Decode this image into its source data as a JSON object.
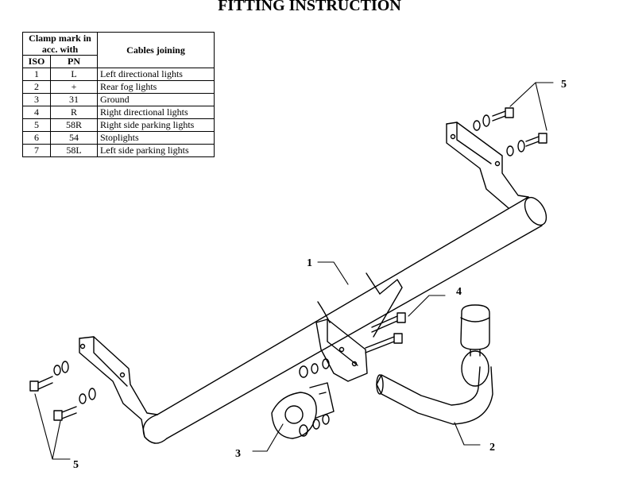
{
  "title": "FITTING INSTRUCTION",
  "table": {
    "header_clamp": "Clamp mark in acc. with",
    "header_cables": "Cables joining",
    "header_iso": "ISO",
    "header_pn": "PN",
    "rows": [
      {
        "iso": "1",
        "pn": "L",
        "desc": "Left directional lights"
      },
      {
        "iso": "2",
        "pn": "+",
        "desc": "Rear fog lights"
      },
      {
        "iso": "3",
        "pn": "31",
        "desc": "Ground"
      },
      {
        "iso": "4",
        "pn": "R",
        "desc": "Right directional lights"
      },
      {
        "iso": "5",
        "pn": "58R",
        "desc": "Right side parking lights"
      },
      {
        "iso": "6",
        "pn": "54",
        "desc": "Stoplights"
      },
      {
        "iso": "7",
        "pn": "58L",
        "desc": "Left side parking lights"
      }
    ]
  },
  "callouts": {
    "c1": "1",
    "c2": "2",
    "c3": "3",
    "c4": "4",
    "c5_top": "5",
    "c5_bottom": "5"
  }
}
